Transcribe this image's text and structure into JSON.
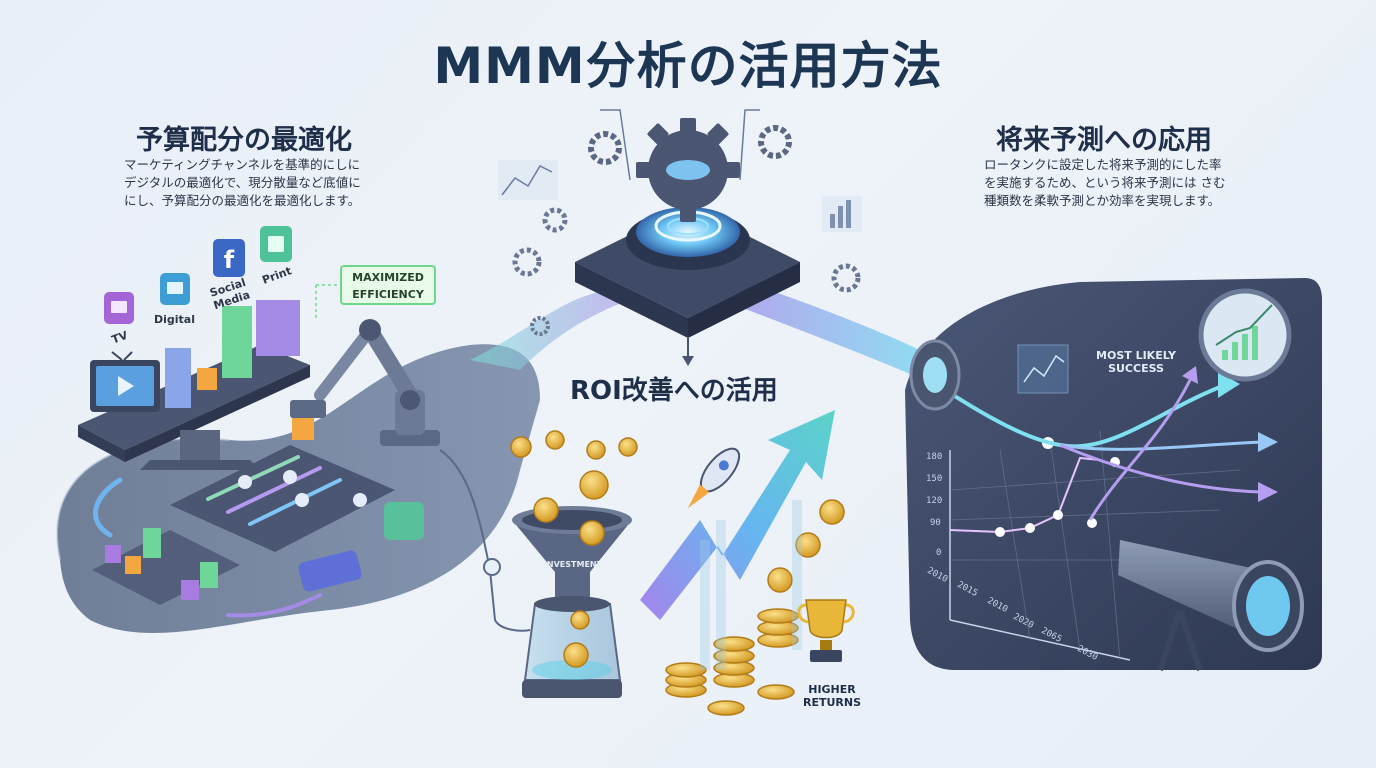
{
  "title": "MMM分析の活用方法",
  "budget": {
    "title": "予算配分の最適化",
    "body": [
      "マーケティングチャンネルを基準的にしに",
      "デジタルの最適化で、現分散量など底値に",
      "にし、予算配分の最適化を最適化します。"
    ],
    "channels": [
      "TV",
      "Digital",
      "Social Media",
      "Print"
    ],
    "badge": [
      "MAXIMIZED",
      "EFFICIENCY"
    ]
  },
  "roi": {
    "title": "ROI改善への活用",
    "funnel_label": "INVESTMENT",
    "returns_label": [
      "HIGHER",
      "RETURNS"
    ]
  },
  "forecast": {
    "title": "将来予測への応用",
    "body": [
      "ロータンクに設定した将来予測的にした率",
      "を実施するため、という将来予測には さむ",
      "種類数を柔軟予測とか効率を実現します。"
    ],
    "success_label": [
      "MOST LIKELY",
      "SUCCESS"
    ],
    "y_ticks": [
      "180",
      "150",
      "120",
      "90",
      "0"
    ],
    "x_ticks": [
      "2010",
      "2015",
      "2010",
      "2020",
      "2065",
      "2030"
    ]
  },
  "colors": {
    "title": "#1d3654",
    "accent_teal": "#4fd1c5",
    "accent_purple": "#9f7aea",
    "dark_panel": "#3a4563",
    "gold": "#e8b73a"
  }
}
